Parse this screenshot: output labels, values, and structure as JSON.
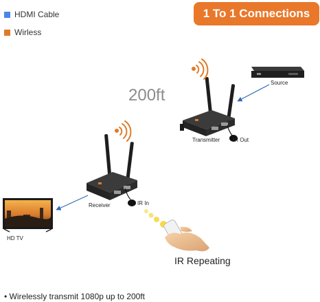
{
  "legend": [
    {
      "label": "HDMI Cable",
      "color": "#4a86e8"
    },
    {
      "label": "Wirless",
      "color": "#e07b2a"
    }
  ],
  "banner": {
    "text": "1 To 1 Connections",
    "color": "#e9782b"
  },
  "distance_label": "200ft",
  "devices": {
    "source_label": "Source",
    "transmitter_label": "Transmitter",
    "ir_out_label": "IR Out",
    "receiver_label": "Receiver",
    "ir_in_label": "IR In",
    "tv_label": "HD TV"
  },
  "ir_repeating_label": "IR Repeating",
  "footer_bullet": "• Wirelessly transmit 1080p up to 200ft",
  "colors": {
    "hdmi_arrow": "#2f6db5",
    "wireless_waves": "#e07b2a",
    "ir_signal": "#f5d53f"
  }
}
